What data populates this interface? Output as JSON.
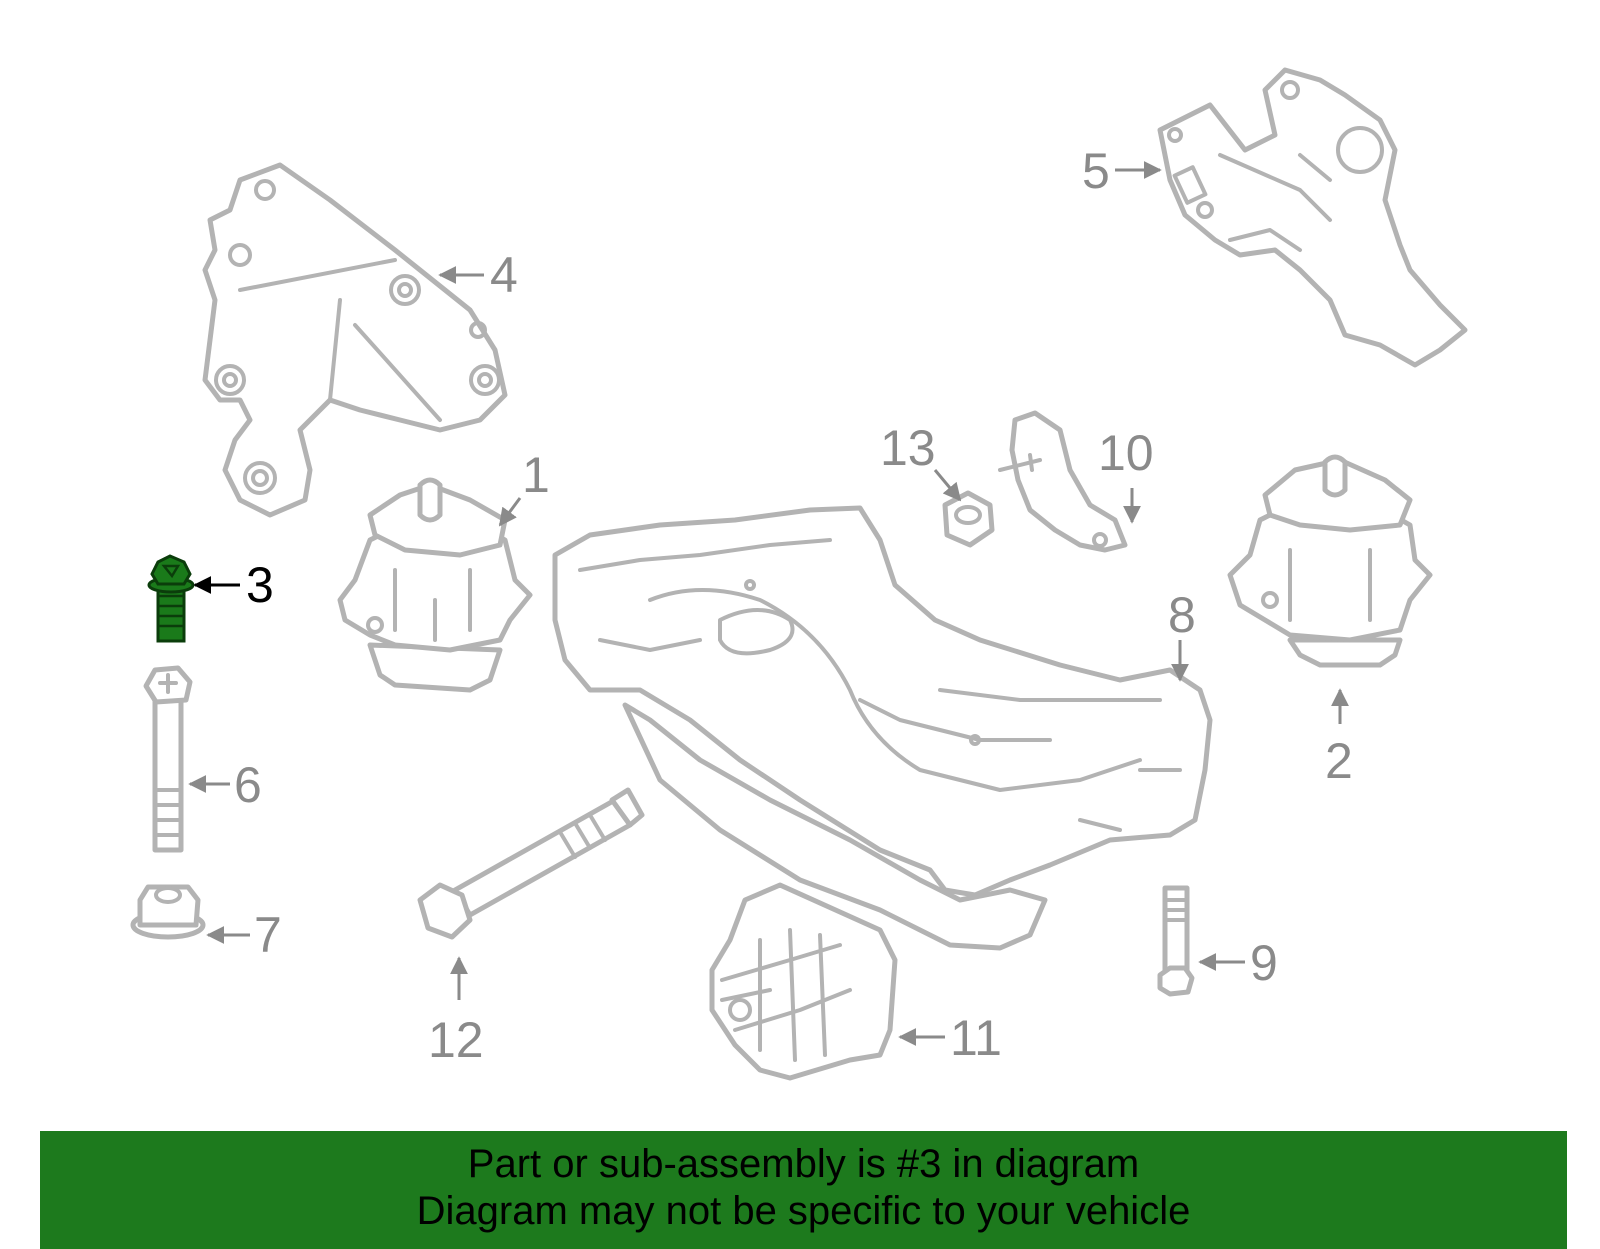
{
  "callouts": {
    "c1": "1",
    "c2": "2",
    "c3": "3",
    "c4": "4",
    "c5": "5",
    "c6": "6",
    "c7": "7",
    "c8": "8",
    "c9": "9",
    "c10": "10",
    "c11": "11",
    "c12": "12",
    "c13": "13"
  },
  "highlighted_part": "3",
  "colors": {
    "highlight": "#1d7a1d",
    "part_outline": "#b3b3b3",
    "callout_text": "#8a8a8a"
  },
  "banner": {
    "line1": "Part or sub-assembly is #3 in diagram",
    "line2": "Diagram may not be specific to your vehicle"
  }
}
